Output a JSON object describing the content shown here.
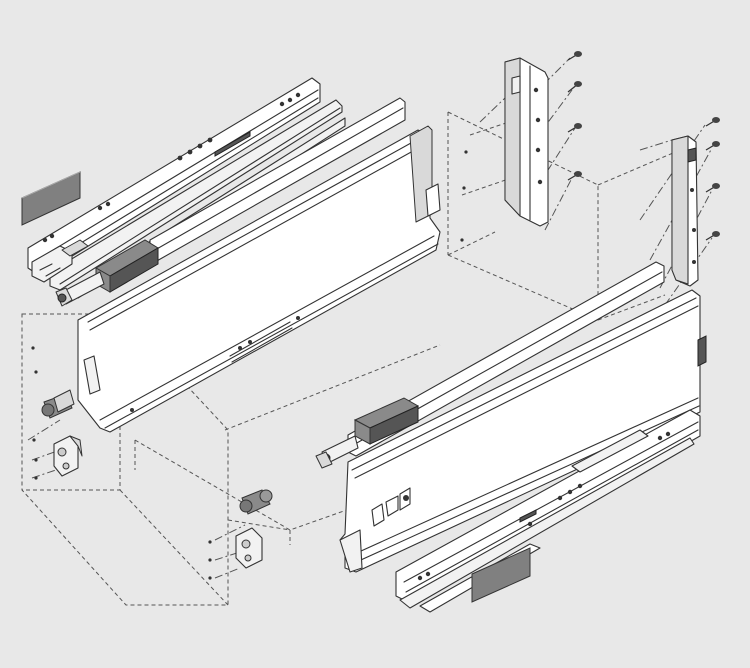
{
  "figure": {
    "background": "#e8e8e8",
    "line_color": "#333333",
    "component_fill": "#ffffff",
    "accent_grey": "#8a8a8a",
    "dark_grey": "#555555"
  },
  "components": [
    {
      "name": "left-runner-rail",
      "icon": "drawer-runner"
    },
    {
      "name": "left-drawer-side-panel",
      "icon": "drawer-side"
    },
    {
      "name": "left-rear-bracket",
      "icon": "rear-fixing-bracket"
    },
    {
      "name": "right-rear-bracket",
      "icon": "rear-fixing-bracket"
    },
    {
      "name": "right-drawer-side-panel",
      "icon": "drawer-side"
    },
    {
      "name": "right-runner-rail",
      "icon": "drawer-runner"
    },
    {
      "name": "left-label-plate",
      "icon": "cover-cap"
    },
    {
      "name": "right-label-plate",
      "icon": "cover-cap"
    },
    {
      "name": "front-fixing-bracket",
      "icon": "front-bracket"
    },
    {
      "name": "cabinet-outline",
      "icon": "dashed-cabinet"
    },
    {
      "name": "screws",
      "icon": "screw"
    }
  ]
}
